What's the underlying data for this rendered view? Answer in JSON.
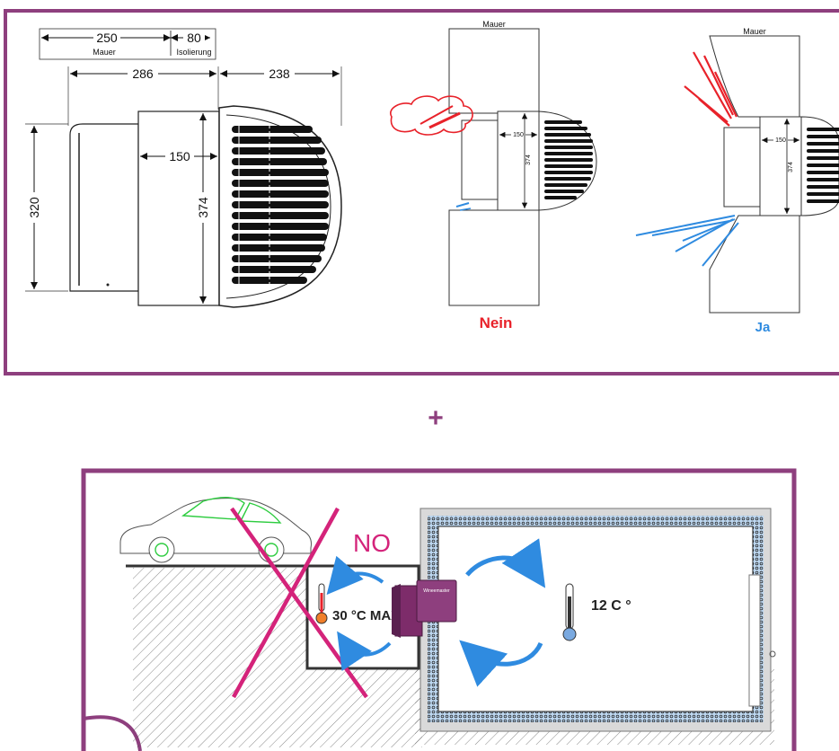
{
  "colors": {
    "frame": "#8e3f7e",
    "red": "#e8222a",
    "blue": "#2f8be0",
    "magenta": "#d4237a",
    "unit": "#7d2c6a",
    "glass": "#2ecc40"
  },
  "top_panel": {
    "dims": {
      "d250": "250",
      "mauer": "Mauer",
      "d80": "80",
      "isolierung": "Isolierung",
      "d286": "286",
      "d238": "238",
      "d150": "150",
      "d320": "320",
      "d374": "374"
    },
    "nein": {
      "mauer": "Mauer",
      "d150": "150",
      "d374": "374",
      "label": "Nein"
    },
    "ja": {
      "mauer": "Mauer",
      "d150": "150",
      "d374": "374",
      "label": "Ja"
    }
  },
  "plus": "+",
  "bottom_panel": {
    "no_label": "NO",
    "temp_outside": "30 °C MAX",
    "temp_inside": "12 C °",
    "brand": "Wineemaster"
  },
  "icons": [
    "thermometer-icon",
    "circular-arrow-icon",
    "car-icon",
    "cross-icon",
    "cloud-icon"
  ]
}
